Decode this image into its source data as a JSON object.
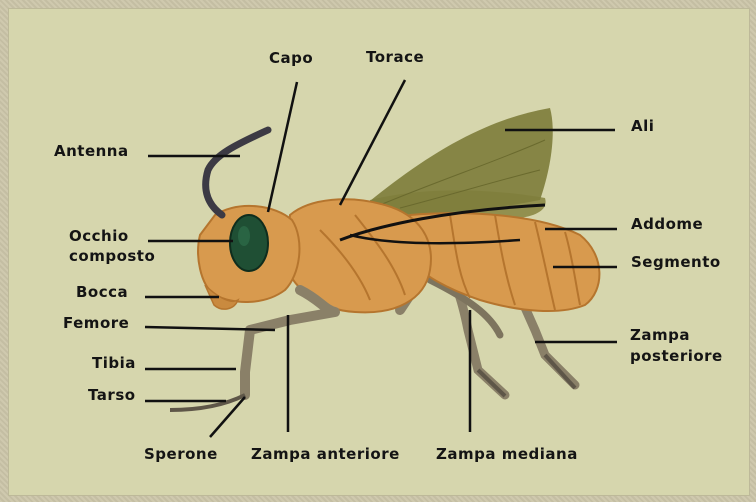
{
  "diagram": {
    "labels": {
      "capo": "Capo",
      "torace": "Torace",
      "ali": "Ali",
      "antenna": "Antenna",
      "occhio": "Occhio",
      "composto": "composto",
      "addome": "Addome",
      "segmento": "Segmento",
      "bocca": "Bocca",
      "femore": "Femore",
      "zampa_post_1": "Zampa",
      "zampa_post_2": "posteriore",
      "tibia": "Tibia",
      "tarso": "Tarso",
      "sperone": "Sperone",
      "zampa_anteriore": "Zampa anteriore",
      "zampa_mediana": "Zampa mediana"
    },
    "colors": {
      "background": "#d6d6ad",
      "body": "#d89a4e",
      "body_shadow": "#b5752e",
      "eye": "#1f4f34",
      "wing": "#7f7e3c",
      "leg": "#8a8068",
      "antenna": "#3c3a44",
      "line": "#111111"
    }
  }
}
